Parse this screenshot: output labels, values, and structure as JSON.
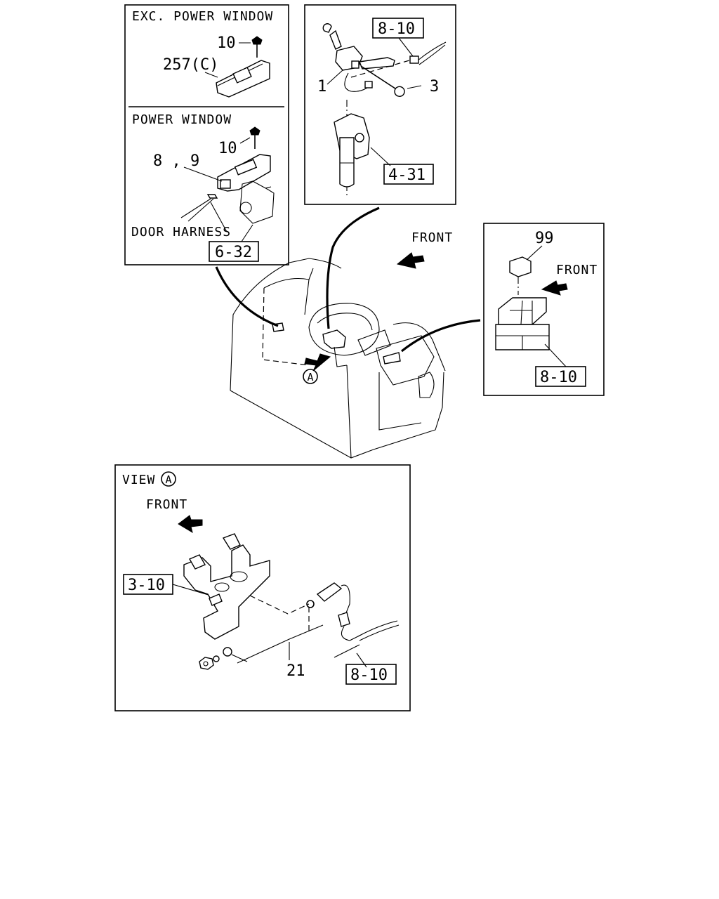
{
  "panels": {
    "top_left": {
      "exc_title": "EXC. POWER WINDOW",
      "exc_screw": "10",
      "exc_switch": "257(C)",
      "pw_title": "POWER WINDOW",
      "pw_screw": "10",
      "pw_switch": "8 , 9",
      "harness": "DOOR HARNESS",
      "ref": "6-32"
    },
    "top_center": {
      "ref_top": "8-10",
      "switch": "1",
      "screw": "3",
      "ref_bottom": "4-31"
    },
    "right": {
      "relay": "99",
      "front": "FRONT",
      "ref": "8-10"
    },
    "center": {
      "front": "FRONT",
      "view_marker": "A"
    },
    "bottom": {
      "view_title": "VIEW",
      "view_marker": "A",
      "front": "FRONT",
      "ref_left": "3-10",
      "bracket": "21",
      "ref_right": "8-10"
    }
  }
}
